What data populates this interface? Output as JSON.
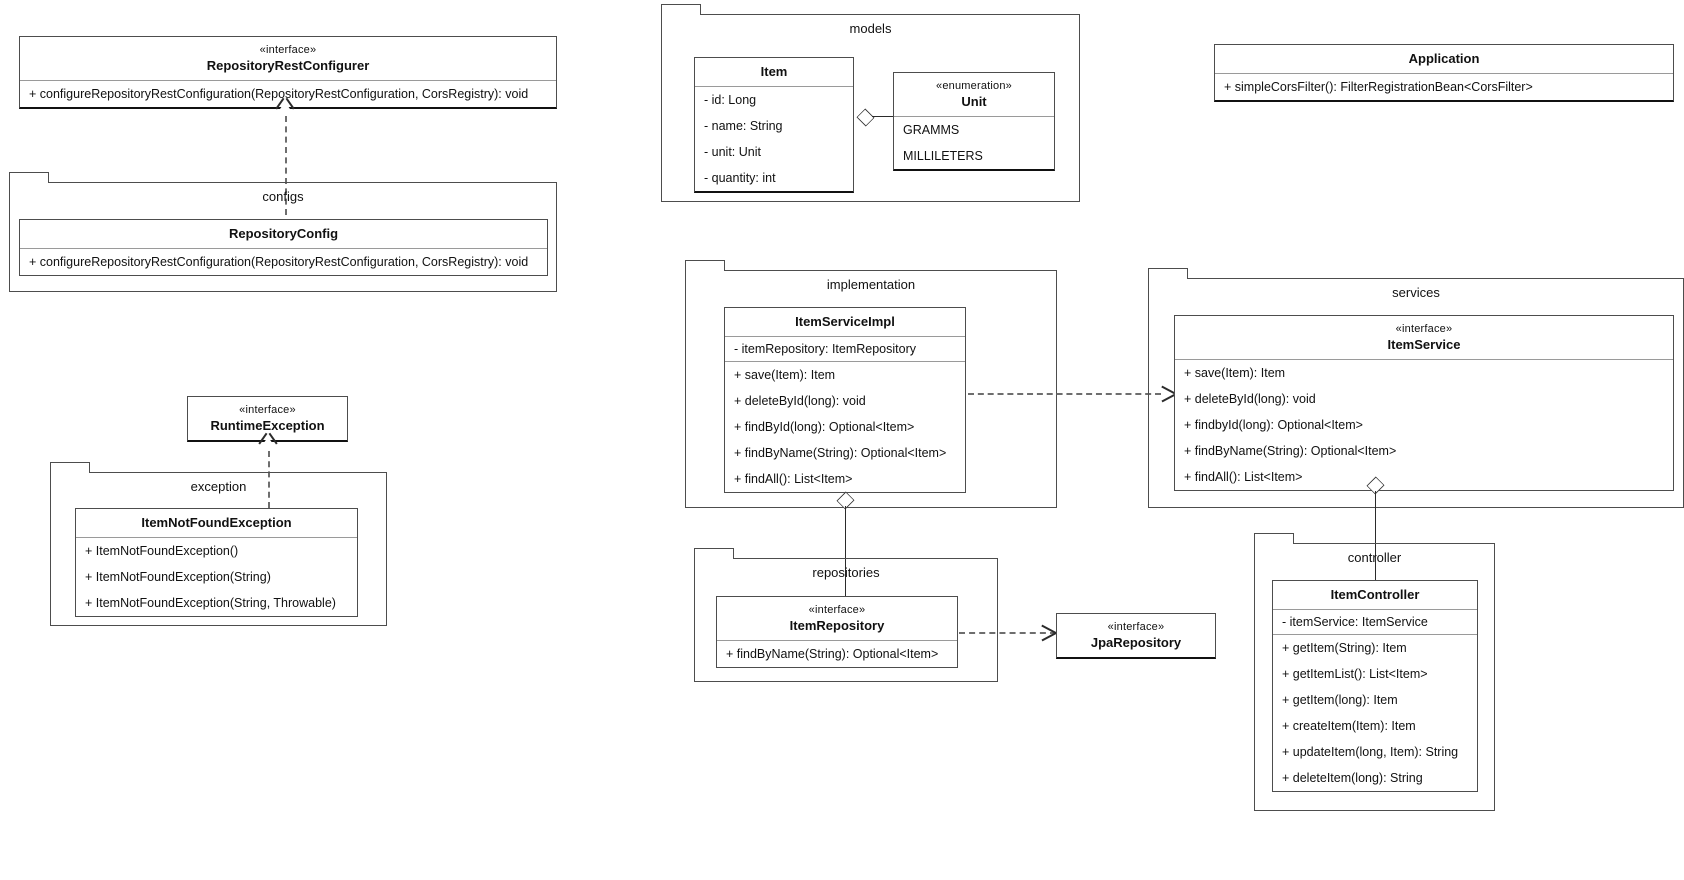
{
  "diagram": {
    "title": "Spring Boot Item REST application UML class diagram",
    "kind": "uml-class-diagram"
  },
  "packages": {
    "configs": {
      "name": "configs"
    },
    "exception": {
      "name": "exception"
    },
    "models": {
      "name": "models"
    },
    "implementation": {
      "name": "implementation"
    },
    "repositories": {
      "name": "repositories"
    },
    "services": {
      "name": "services"
    },
    "controller": {
      "name": "controller"
    }
  },
  "stereotypes": {
    "interface": "«interface»",
    "enumeration": "«enumeration»"
  },
  "classes": {
    "repository_rest_configurer": {
      "stereotype": "«interface»",
      "name": "RepositoryRestConfigurer",
      "methods": [
        "+ configureRepositoryRestConfiguration(RepositoryRestConfiguration, CorsRegistry): void"
      ]
    },
    "repository_config": {
      "name": "RepositoryConfig",
      "methods": [
        "+ configureRepositoryRestConfiguration(RepositoryRestConfiguration, CorsRegistry): void"
      ]
    },
    "runtime_exception": {
      "stereotype": "«interface»",
      "name": "RuntimeException",
      "methods": []
    },
    "item_not_found_exception": {
      "name": "ItemNotFoundException",
      "methods": [
        "+ ItemNotFoundException()",
        "+ ItemNotFoundException(String)",
        "+ ItemNotFoundException(String, Throwable)"
      ]
    },
    "item": {
      "name": "Item",
      "attributes": [
        "- id: Long",
        "- name: String",
        "- unit: Unit",
        "- quantity: int"
      ]
    },
    "unit": {
      "stereotype": "«enumeration»",
      "name": "Unit",
      "literals": [
        "GRAMMS",
        "MILLILETERS"
      ]
    },
    "application": {
      "name": "Application",
      "methods": [
        "+ simpleCorsFilter(): FilterRegistrationBean<CorsFilter>"
      ]
    },
    "item_service_impl": {
      "name": "ItemServiceImpl",
      "attributes": [
        "- itemRepository: ItemRepository"
      ],
      "methods": [
        "+ save(Item): Item",
        "+ deleteById(long): void",
        "+ findById(long): Optional<Item>",
        "+ findByName(String): Optional<Item>",
        "+ findAll(): List<Item>"
      ]
    },
    "item_service": {
      "stereotype": "«interface»",
      "name": "ItemService",
      "methods": [
        "+ save(Item): Item",
        "+ deleteById(long): void",
        "+ findbyId(long): Optional<Item>",
        "+ findByName(String): Optional<Item>",
        "+ findAll(): List<Item>"
      ]
    },
    "item_repository": {
      "stereotype": "«interface»",
      "name": "ItemRepository",
      "methods": [
        "+ findByName(String): Optional<Item>"
      ]
    },
    "jpa_repository": {
      "stereotype": "«interface»",
      "name": "JpaRepository",
      "methods": []
    },
    "item_controller": {
      "name": "ItemController",
      "attributes": [
        "- itemService: ItemService"
      ],
      "methods": [
        "+ getItem(String): Item",
        "+ getItemList(): List<Item>",
        "+ getItem(long): Item",
        "+ createItem(Item): Item",
        "+ updateItem(long, Item): String",
        "+ deleteItem(long): String"
      ]
    }
  },
  "relationships": [
    {
      "from": "RepositoryConfig",
      "to": "RepositoryRestConfigurer",
      "type": "realization"
    },
    {
      "from": "ItemNotFoundException",
      "to": "RuntimeException",
      "type": "realization"
    },
    {
      "from": "Item",
      "to": "Unit",
      "type": "aggregation"
    },
    {
      "from": "ItemServiceImpl",
      "to": "ItemService",
      "type": "dependency"
    },
    {
      "from": "ItemServiceImpl",
      "to": "ItemRepository",
      "type": "aggregation"
    },
    {
      "from": "ItemRepository",
      "to": "JpaRepository",
      "type": "dependency"
    },
    {
      "from": "ItemService",
      "to": "ItemController",
      "type": "aggregation"
    }
  ],
  "colors": {
    "background": "#ffffff",
    "line": "#4d4d4d",
    "text": "#111111",
    "divider": "#9a9a9a"
  }
}
